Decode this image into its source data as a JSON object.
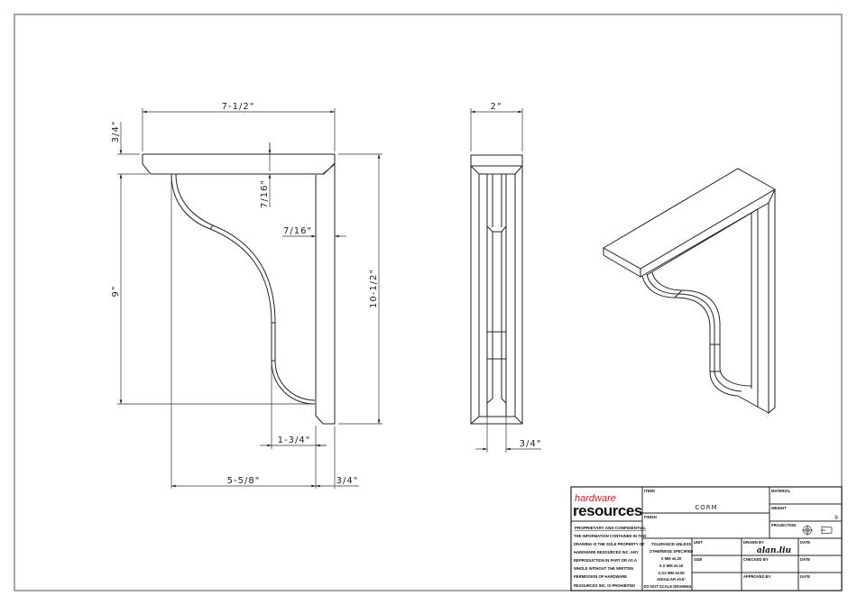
{
  "drawing": {
    "front_view": {
      "dimensions": {
        "overall_width": "7-1/2\"",
        "top_thickness": "3/4\"",
        "top_inset": "7/16\"",
        "back_inset": "7/16\"",
        "height_under_top": "9\"",
        "overall_height": "10-1/2\"",
        "foot_offset": "1-3/4\"",
        "curve_width": "5-5/8\"",
        "back_thickness": "3/4\""
      }
    },
    "side_view": {
      "dimensions": {
        "overall_depth": "2\"",
        "center_width": "3/4\""
      }
    },
    "isometric_view": {}
  },
  "title_block": {
    "logo_top": "hardware",
    "logo_bottom": "resources",
    "logo_colors": {
      "top": "#c8202a",
      "bottom": "#111111"
    },
    "proprietary_heading": "PROPRIETARY AND CONFIDENTIAL",
    "proprietary_lines": [
      "THE INFORMATION CONTAINED IN THIS",
      "DRAWING IS THE SOLE PROPERTY OF",
      "HARDWARE RESOURCES INC.  ANY",
      "REPRODUCTION IN PART OR AS A",
      "WHOLE  WITHOUT THE WRITTEN",
      "PERMISSION OF HARDWARE",
      "RESOURCES INC. IS PROHIBITED"
    ],
    "item_label": "ITEM#",
    "item_value": "CORM",
    "finish_label": "FINISH",
    "material_label": "MATERIAL",
    "weight_label": "WEIGHT",
    "weight_value": "9",
    "projection_label": "PROJECTION",
    "projection_icons": [
      "third-angle-circle-icon",
      "truncated-cone-icon"
    ],
    "tolerance_lines": [
      "TOLERANCE UNLESS",
      "OTHERWISE SPECIFIED",
      "X    MM    ±0.20",
      "X.X   MM    ±0.10",
      "X.XX  MM   ±0.05",
      "ANGULAR      ±0.5°",
      "DO NOT SCALE DRAWING"
    ],
    "unit_label": "UNIT",
    "size_label": "SIZE",
    "drawn_by_label": "DRAWN BY",
    "drawn_by_signature": "alan.liu",
    "checked_by_label": "CHECKED BY",
    "approved_by_label": "APPROVED BY",
    "date_label": "DATE"
  }
}
